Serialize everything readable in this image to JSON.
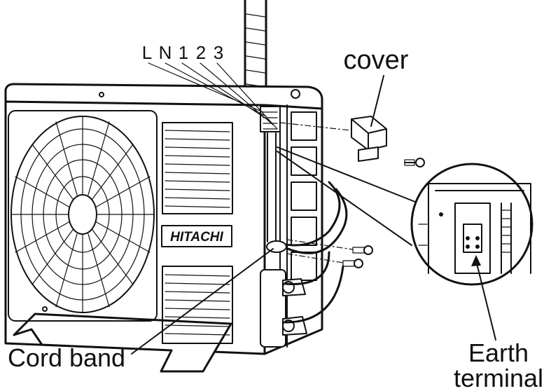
{
  "labels": {
    "terminals": [
      "L",
      "N",
      "1",
      "2",
      "3"
    ],
    "cover": "cover",
    "brand": "HITACHI",
    "cord_band": "Cord band",
    "earth_terminal_line1": "Earth",
    "earth_terminal_line2": "terminal"
  }
}
